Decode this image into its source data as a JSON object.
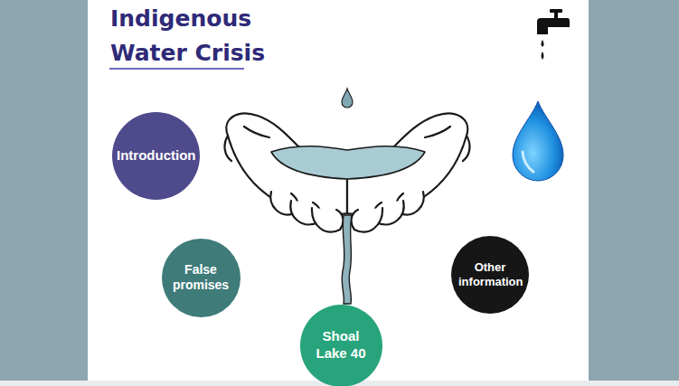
{
  "diagram": {
    "title": "Indigenous Water Crisis",
    "nodes": [
      {
        "text": [
          "Introduction"
        ]
      },
      {
        "text": [
          "False promises"
        ]
      },
      {
        "text": [
          "Shoal Lake 40"
        ]
      },
      {
        "text": [
          "Other information"
        ]
      }
    ]
  }
}
